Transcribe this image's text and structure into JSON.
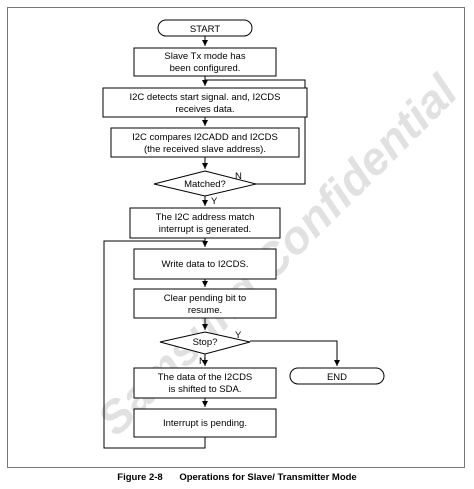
{
  "nodes": {
    "start": "START",
    "slave_tx": [
      "Slave Tx mode has",
      "been configured."
    ],
    "detect": [
      "I2C detects start signal. and, I2CDS",
      "receives data."
    ],
    "compare": [
      "I2C compares I2CADD and I2CDS",
      "(the received slave address)."
    ],
    "matched": "Matched?",
    "match_int": [
      "The I2C address match",
      "interrupt is generated."
    ],
    "write": "Write data to I2CDS.",
    "clear": [
      "Clear pending bit to",
      "resume."
    ],
    "stop": "Stop?",
    "shift": [
      "The data of the I2CDS",
      "is shifted to SDA."
    ],
    "pending": "Interrupt is pending.",
    "end": "END"
  },
  "edges": {
    "no": "N",
    "yes": "Y"
  },
  "watermark": "Samsung Confidential",
  "caption": {
    "number": "Figure 2-8",
    "title": "Operations for Slave/ Transmitter Mode"
  }
}
